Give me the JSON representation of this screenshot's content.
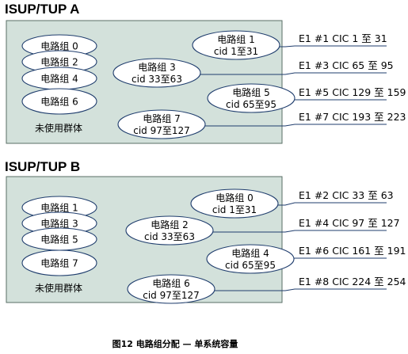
{
  "sections": [
    {
      "title": "ISUP/TUP A",
      "unused_groups": [
        "电路组 0",
        "电路组 2",
        "电路组 4",
        "电路组 6"
      ],
      "unused_label": "未使用群体",
      "used_groups": [
        {
          "name": "电路组 1",
          "cid": "cid 1至31",
          "e1": "E1 #1 CIC 1 至 31"
        },
        {
          "name": "电路组 3",
          "cid": "cid 33至63",
          "e1": "E1 #3 CIC 65 至 95"
        },
        {
          "name": "电路组 5",
          "cid": "cid 65至95",
          "e1": "E1 #5 CIC 129 至 159"
        },
        {
          "name": "电路组 7",
          "cid": "cid 97至127",
          "e1": "E1 #7 CIC 193 至 223"
        }
      ]
    },
    {
      "title": "ISUP/TUP B",
      "unused_groups": [
        "电路组 1",
        "电路组 3",
        "电路组 5",
        "电路组 7"
      ],
      "unused_label": "未使用群体",
      "used_groups": [
        {
          "name": "电路组 0",
          "cid": "cid 1至31",
          "e1": "E1 #2 CIC 33 至 63"
        },
        {
          "name": "电路组 2",
          "cid": "cid 33至63",
          "e1": "E1 #4 CIC 97 至 127"
        },
        {
          "name": "电路组 4",
          "cid": "cid 65至95",
          "e1": "E1 #6 CIC 161 至 191"
        },
        {
          "name": "电路组 6",
          "cid": "cid 97至127",
          "e1": "E1 #8 CIC 224 至 254"
        }
      ]
    }
  ],
  "caption": "图12 电路组分配 — 单系统容量",
  "colors": {
    "panel": "#d3e1db",
    "line": "#1f3d6d"
  }
}
